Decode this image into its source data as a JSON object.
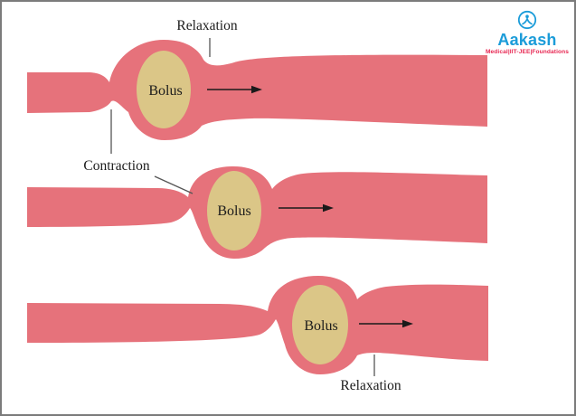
{
  "figure": {
    "subject": "peristalsis-diagram",
    "background": "#ffffff",
    "border_color": "#7b7b7b"
  },
  "colors": {
    "tube": "#e6727b",
    "bolus_fill": "#dbc687",
    "annotation_line": "#565656",
    "arrow": "#1a1a1a",
    "text": "#1c1c1c"
  },
  "labels": {
    "relaxation_top": "Relaxation",
    "contraction": "Contraction",
    "relaxation_bottom": "Relaxation"
  },
  "stages": [
    {
      "bolus_label": "Bolus",
      "arrow_direction": "right"
    },
    {
      "bolus_label": "Bolus",
      "arrow_direction": "right"
    },
    {
      "bolus_label": "Bolus",
      "arrow_direction": "right"
    }
  ],
  "logo": {
    "brand": "Aakash",
    "tagline": "Medical|IIT-JEE|Foundations",
    "brand_color": "#1b9cd9",
    "tagline_color": "#e72752",
    "icon": "aakash-circle-figure-icon"
  }
}
